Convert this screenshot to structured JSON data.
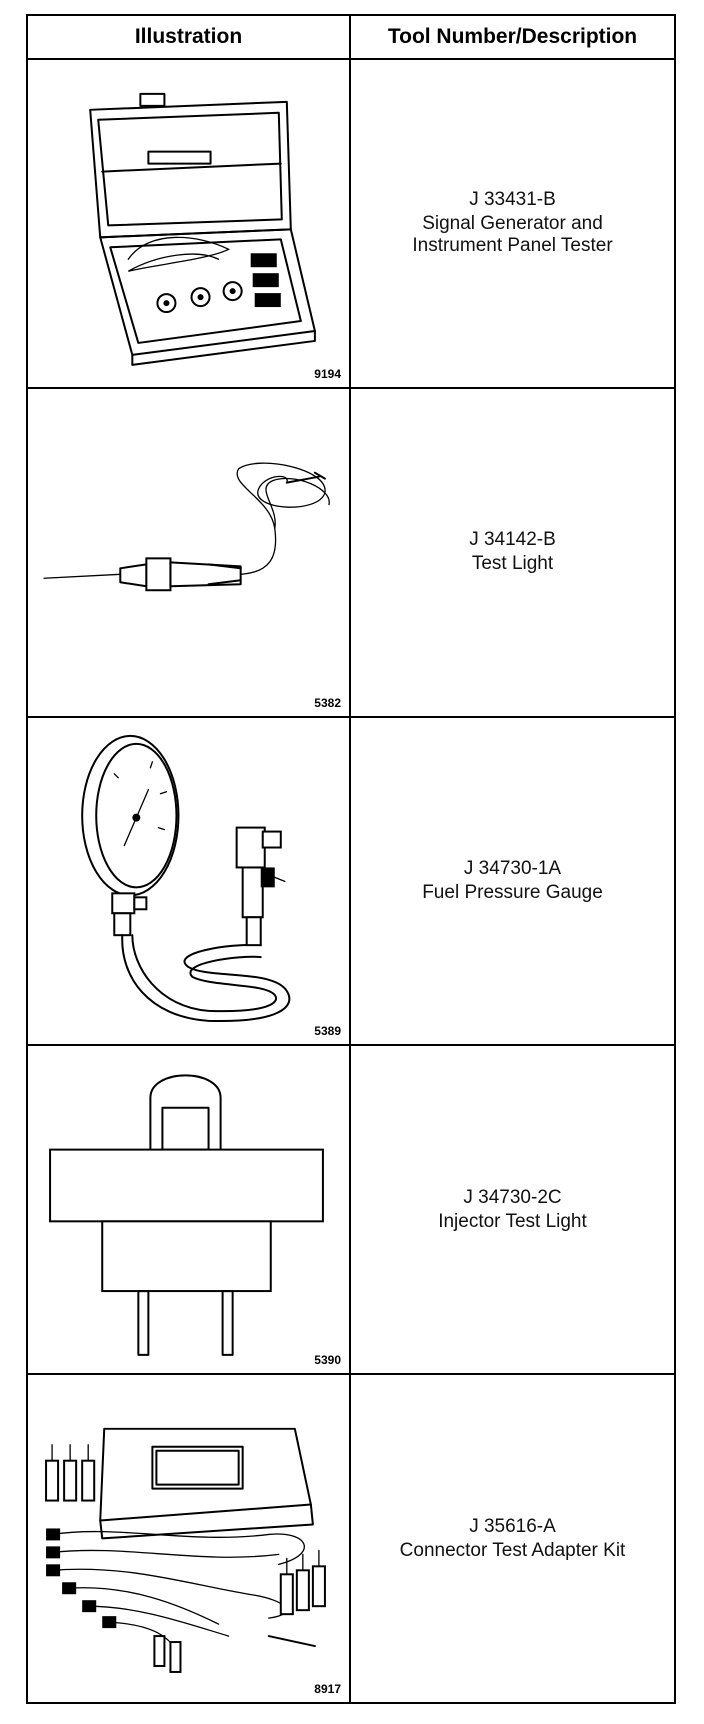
{
  "table": {
    "headers": {
      "illustration": "Illustration",
      "tool": "Tool Number/Description"
    },
    "rows": [
      {
        "figure": "9194",
        "tool_number": "J 33431-B",
        "description": "Signal Generator and\nInstrument Panel Tester"
      },
      {
        "figure": "5382",
        "tool_number": "J 34142-B",
        "description": "Test Light"
      },
      {
        "figure": "5389",
        "tool_number": "J 34730-1A",
        "description": "Fuel Pressure Gauge"
      },
      {
        "figure": "5390",
        "tool_number": "J 34730-2C",
        "description": "Injector Test Light"
      },
      {
        "figure": "8917",
        "tool_number": "J 35616-A",
        "description": "Connector Test Adapter Kit"
      }
    ]
  }
}
